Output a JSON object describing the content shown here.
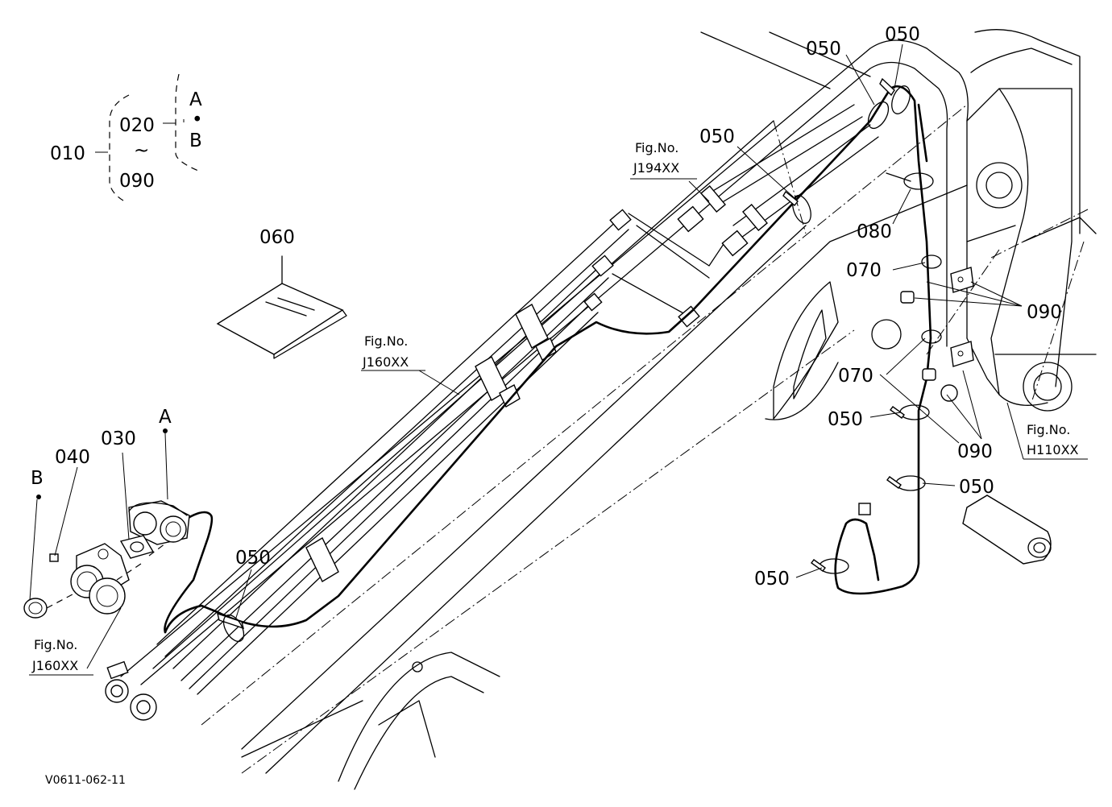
{
  "tree": {
    "root": "010",
    "range_start": "020",
    "range_sep": "~",
    "range_end": "090",
    "variant_a": "A",
    "variant_dot": "•",
    "variant_b": "B"
  },
  "parts": {
    "p030": "030",
    "p040": "040",
    "p050": "050",
    "p060": "060",
    "p070": "070",
    "p080": "080",
    "p090": "090"
  },
  "refs": {
    "point_a": "A",
    "point_b": "B",
    "fig_prefix": "Fig.No.",
    "fig_j194": "J194XX",
    "fig_j160": "J160XX",
    "fig_h110": "H110XX"
  },
  "code": "V0611-062-11"
}
